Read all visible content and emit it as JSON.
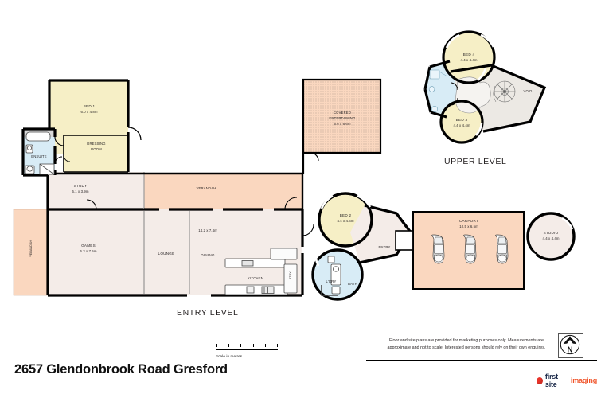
{
  "title": "2657 Glendonbrook Road Gresford",
  "levels": {
    "entry": {
      "label": "ENTRY LEVEL"
    },
    "upper": {
      "label": "UPPER LEVEL"
    }
  },
  "scale": {
    "caption": "Scale in metres.",
    "ticks": 6
  },
  "disclaimer": {
    "line1": "Floor and site plans are provided for marketing purposes only. Measurements are",
    "line2": "approximate and not to scale. Interested persons should rely on their own enquires."
  },
  "north": {
    "letter": "N"
  },
  "brand": {
    "part1": "first site",
    "part2": "imaging"
  },
  "colors": {
    "bedroom": "#f6efc6",
    "living": "#f4ece8",
    "outdoor": "#fad7bf",
    "wet": "#d8ecf6",
    "wall": "#000000",
    "accent_red": "#e8342a",
    "brand_navy": "#1b2a4a",
    "brand_orange": "#f0542a"
  },
  "entry_rooms": [
    {
      "name": "BED 1",
      "dim": "6.0 x 4.8m"
    },
    {
      "name": "DRESSING",
      "dim": "ROOM"
    },
    {
      "name": "ENSUITE",
      "dim": ""
    },
    {
      "name": "STUDY",
      "dim": "6.1 x 3.9m"
    },
    {
      "name": "GAMES",
      "dim": "6.3 x 7.5m"
    },
    {
      "name": "LOUNGE",
      "dim": ""
    },
    {
      "name": "DINING",
      "dim": "14.2 x 7.4m"
    },
    {
      "name": "KITCHEN",
      "dim": ""
    },
    {
      "name": "PTRY",
      "dim": ""
    },
    {
      "name": "VERANDAH",
      "dim": ""
    },
    {
      "name": "VERANDAH",
      "dim": ""
    },
    {
      "name": "COVERED ENTERTAINING",
      "dim": "6.6 x 6.6m"
    },
    {
      "name": "BED 2",
      "dim": "4.4 x 4.4m"
    },
    {
      "name": "ENTRY",
      "dim": ""
    },
    {
      "name": "L'DRY",
      "dim": ""
    },
    {
      "name": "BATH",
      "dim": ""
    },
    {
      "name": "CARPORT",
      "dim": "10.5 x 6.5m"
    },
    {
      "name": "STUDIO",
      "dim": "4.4 x 4.4m"
    }
  ],
  "upper_rooms": [
    {
      "name": "BED 4",
      "dim": "4.4 x 4.4m"
    },
    {
      "name": "BED 3",
      "dim": "4.4 x 4.4m"
    },
    {
      "name": "VOID",
      "dim": ""
    }
  ],
  "labels": {
    "bed1_name": "BED 1",
    "bed1_dim": "6.0 x 4.8m",
    "dressing_l1": "DRESSING",
    "dressing_l2": "ROOM",
    "ensuite": "ENSUITE",
    "study_name": "STUDY",
    "study_dim": "6.1 x 3.9m",
    "games_name": "GAMES",
    "games_dim": "6.3 x 7.5m",
    "lounge": "LOUNGE",
    "dining": "DINING",
    "dining_dim": "14.2 x 7.4m",
    "kitchen": "KITCHEN",
    "pantry": "PTRY",
    "verandah_left": "VERANDAH",
    "verandah_top": "VERANDAH",
    "cov_l1": "COVERED",
    "cov_l2": "ENTERTAINING",
    "cov_dim": "6.6 x 6.6m",
    "bed2_name": "BED 2",
    "bed2_dim": "4.4 x 4.4m",
    "entry": "ENTRY",
    "laundry": "L'DRY",
    "bath": "BATH",
    "carport_name": "CARPORT",
    "carport_dim": "10.5 x 6.5m",
    "studio_name": "STUDIO",
    "studio_dim": "4.4 x 4.4m",
    "bed4_name": "BED 4",
    "bed4_dim": "4.4 x 4.4m",
    "bed3_name": "BED 3",
    "bed3_dim": "4.4 x 4.4m",
    "void": "VOID"
  }
}
